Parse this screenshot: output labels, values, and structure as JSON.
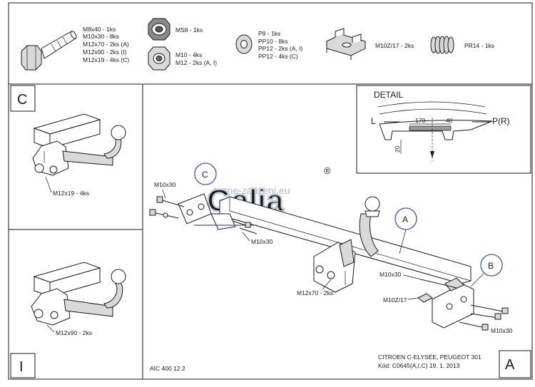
{
  "parts": {
    "bolts": [
      "M8x40 - 1ks",
      "M10x30 - 8ks",
      "M12x70 - 2ks (A)",
      "M12x90 - 2ks (I)",
      "M12x19 - 4ks (C)"
    ],
    "nut_ms8": "MS8 - 1ks",
    "nuts": [
      "M10 - 4ks",
      "M12 - 2ks (A, I)"
    ],
    "washers": [
      "P8 - 1ks",
      "PP10 - 8ks",
      "PP12 - 2ks (A, I)",
      "PP12 - 4ks (C)"
    ],
    "clip": "M10Z/17 - 2ks",
    "spring": "PR14 - 1ks"
  },
  "panels": {
    "c_letter": "C",
    "c_callout": "M12x19 - 4ks",
    "i_letter": "I",
    "i_callout": "M12x90 - 2ks"
  },
  "detail": {
    "title": "DETAIL",
    "left": "L",
    "right": "P(R)",
    "dim_170": "170",
    "dim_40": "40",
    "dim_20": "20"
  },
  "main": {
    "callout_c": "C",
    "callout_a": "A",
    "callout_b": "B",
    "m10x30_top": "M10x30",
    "m10x30_mid": "M10x30",
    "m12x70": "M12x70 - 2ks",
    "m10x30_right": "M10x30",
    "m10z17": "M10Z/17",
    "m10x30_bottom": "M10x30",
    "watermark": "tazne-zarizeni.eu",
    "brand": "Galia",
    "reg_mark": "®"
  },
  "footer": {
    "code": "AIC 400 12 2",
    "vehicle": "CITROEN C-ELYSÉE, PEUGEOT 301",
    "kod": "Kód: C0645(A,I,C)  19. 1. 2013",
    "a_letter": "A"
  },
  "colors": {
    "line": "#1a1a1a",
    "watermark": "#a9b8c8",
    "callout_blue": "#3b5bb0"
  }
}
